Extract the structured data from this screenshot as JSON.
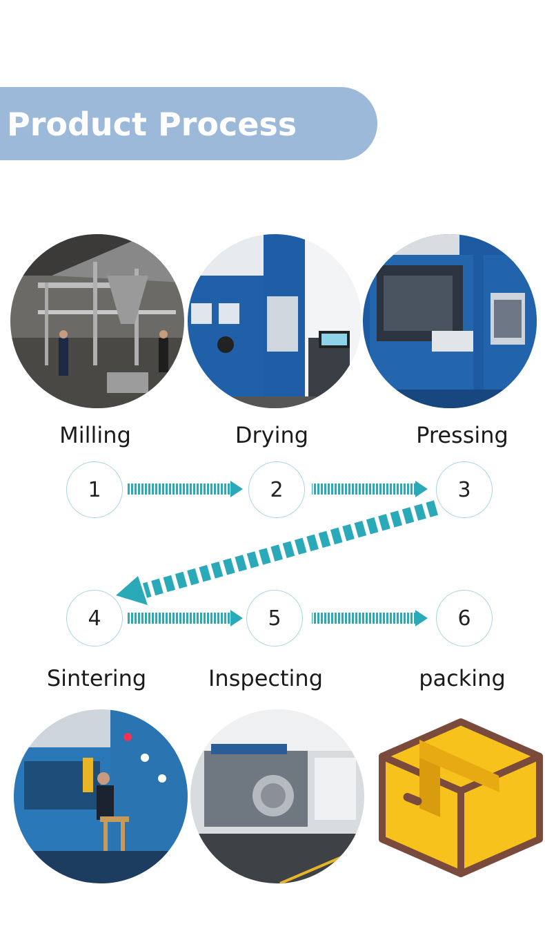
{
  "header": {
    "title": "Product Process"
  },
  "steps": [
    {
      "number": "1",
      "label": "Milling"
    },
    {
      "number": "2",
      "label": "Drying"
    },
    {
      "number": "3",
      "label": "Pressing"
    },
    {
      "number": "4",
      "label": "Sintering"
    },
    {
      "number": "5",
      "label": "Inspecting"
    },
    {
      "number": "6",
      "label": "packing"
    }
  ],
  "colors": {
    "banner": "#9cb9d9",
    "arrow": "#2aa9b8",
    "circle_border": "#a8d6e0",
    "box_yellow": "#f7c21b",
    "box_outline": "#7a4a3c"
  }
}
